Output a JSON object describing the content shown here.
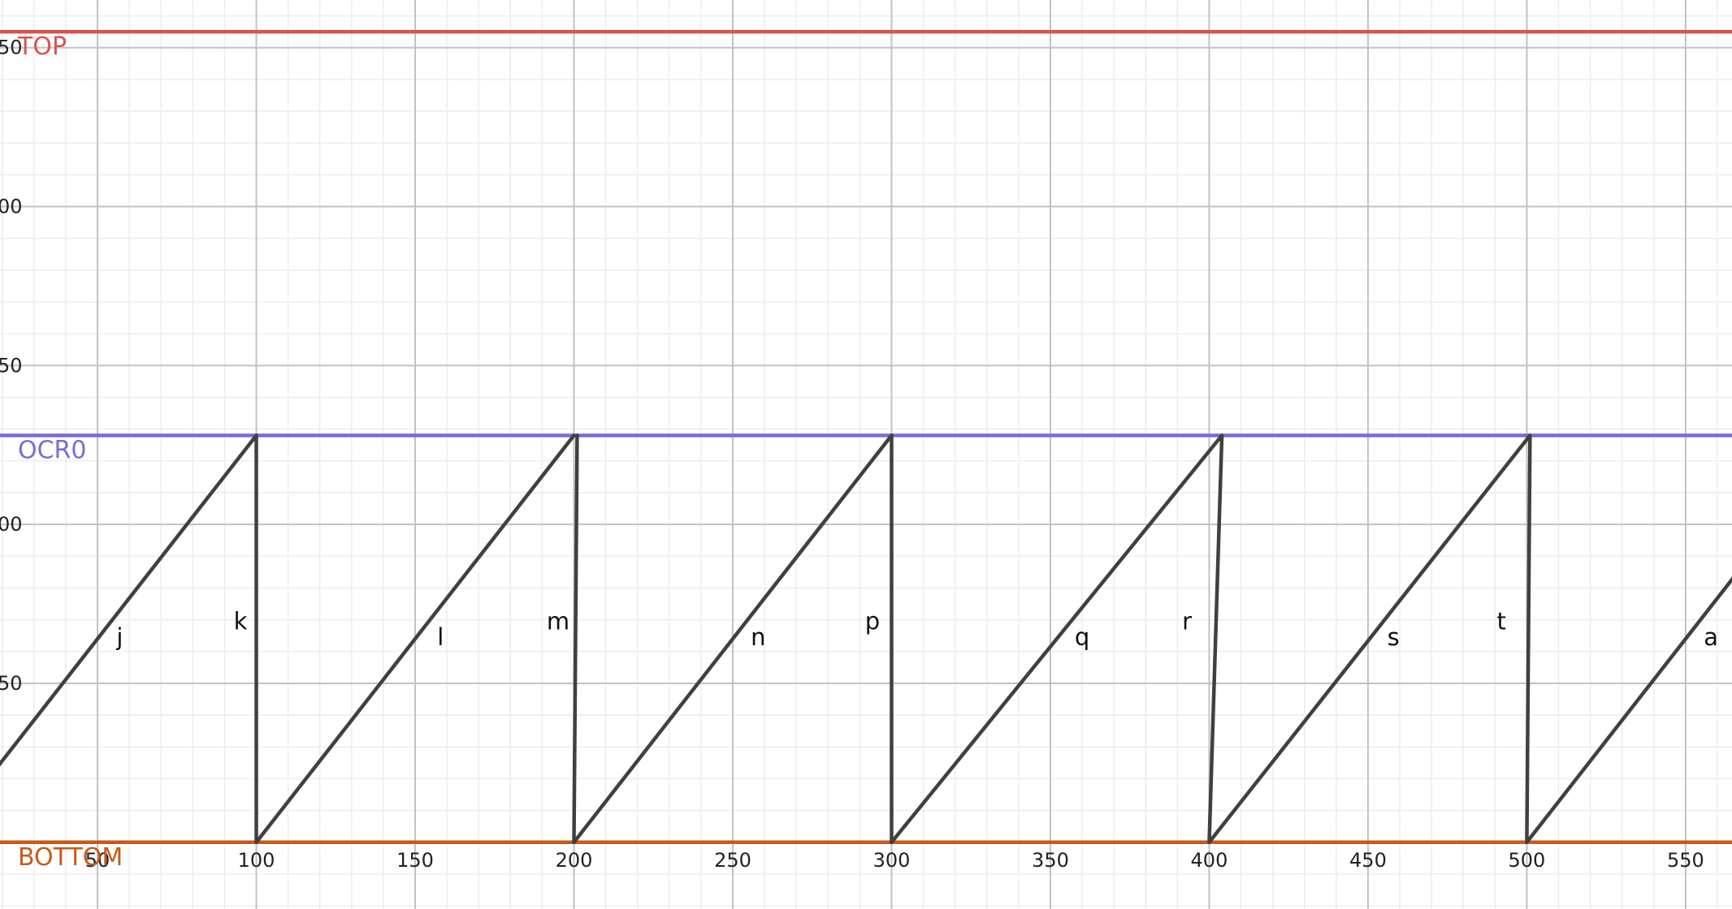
{
  "chart_data": {
    "type": "line",
    "xlim": [
      19.3,
      564.6
    ],
    "ylim": [
      -21,
      265
    ],
    "grid": true,
    "minor_grid": true,
    "x_ticks": [
      50,
      100,
      150,
      200,
      250,
      300,
      350,
      400,
      450,
      500,
      550
    ],
    "x_tick_labels": [
      "50",
      "100",
      "150",
      "200",
      "250",
      "300",
      "350",
      "400",
      "450",
      "500",
      "550"
    ],
    "y_ticks": [
      50,
      100,
      150,
      200,
      250
    ],
    "y_tick_labels": [
      "50",
      "00",
      "50",
      "00",
      "50"
    ],
    "horizontal_lines": [
      {
        "name": "TOP",
        "y": 255,
        "color": "#d9534f"
      },
      {
        "name": "OCR0",
        "y": 128,
        "color": "#7b6bd6"
      },
      {
        "name": "BOTTOM",
        "y": 0,
        "color": "#c75a1a"
      }
    ],
    "segments": [
      {
        "label": "j",
        "x": [
          0,
          100
        ],
        "y": [
          0,
          128
        ],
        "label_at": [
          57,
          62
        ]
      },
      {
        "label": "k",
        "x": [
          100,
          100
        ],
        "y": [
          128,
          0
        ],
        "label_at": [
          95,
          67
        ]
      },
      {
        "label": "l",
        "x": [
          100,
          200
        ],
        "y": [
          0,
          128
        ],
        "label_at": [
          158,
          62
        ]
      },
      {
        "label": "m",
        "x": [
          200,
          201
        ],
        "y": [
          0,
          128
        ],
        "label_at": [
          195,
          67
        ]
      },
      {
        "label": "n",
        "x": [
          200,
          300
        ],
        "y": [
          0,
          128
        ],
        "label_at": [
          258,
          62
        ]
      },
      {
        "label": "p",
        "x": [
          300,
          300
        ],
        "y": [
          0,
          128
        ],
        "label_at": [
          294,
          67
        ]
      },
      {
        "label": "q",
        "x": [
          300,
          404
        ],
        "y": [
          0,
          128
        ],
        "label_at": [
          360,
          62
        ]
      },
      {
        "label": "r",
        "x": [
          400,
          404
        ],
        "y": [
          0,
          128
        ],
        "label_at": [
          393,
          67
        ]
      },
      {
        "label": "s",
        "x": [
          400,
          501
        ],
        "y": [
          0,
          128
        ],
        "label_at": [
          458,
          62
        ]
      },
      {
        "label": "t",
        "x": [
          500,
          501
        ],
        "y": [
          0,
          128
        ],
        "label_at": [
          492,
          67
        ]
      },
      {
        "label": "a",
        "x": [
          500,
          600
        ],
        "y": [
          0,
          128
        ],
        "label_at": [
          558,
          62
        ]
      }
    ]
  }
}
